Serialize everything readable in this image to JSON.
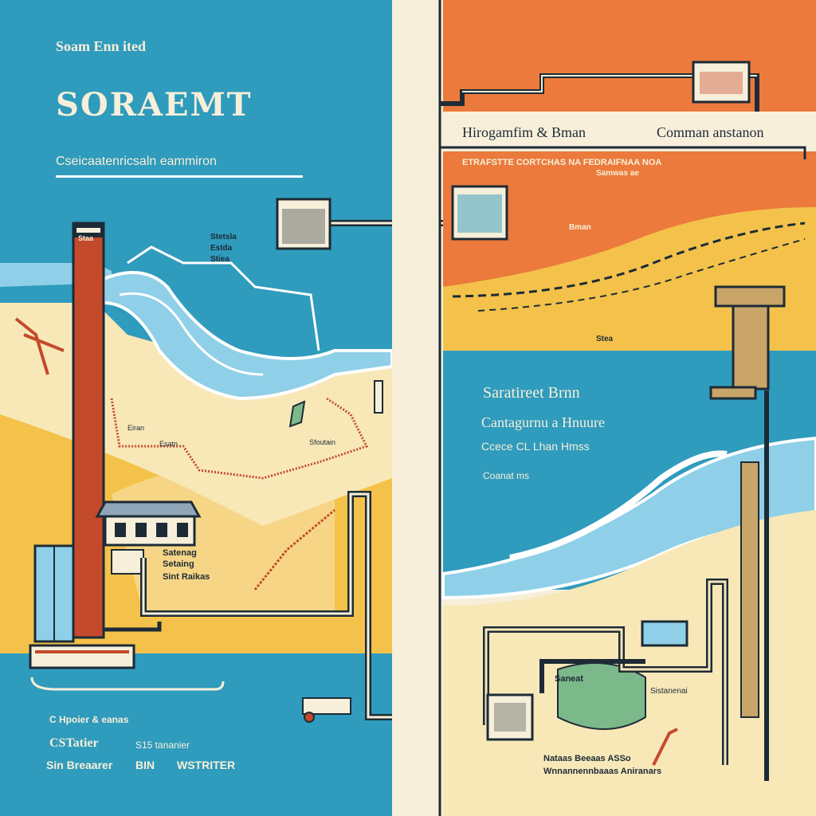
{
  "colors": {
    "teal": "#2f9bbd",
    "light_blue": "#8fd0e8",
    "sand": "#f8e8b8",
    "yellow": "#f4c24a",
    "orange": "#ec7a3c",
    "cream": "#f7efd9",
    "dark": "#1d2b36",
    "red_brown": "#c44a2c",
    "green": "#7cb98a"
  },
  "left_panel": {
    "kicker": "Soam Enn ited",
    "title": "SORAEMT",
    "subtitle": "Cseicaatenricsaln eammiron",
    "tower_label": "Staa",
    "map_labels": [
      "Stetsla",
      "Estda",
      "Stiea"
    ],
    "small_labels": [
      "Eiran",
      "Esatn",
      "Sfoutain"
    ],
    "building_labels": [
      "Satenag",
      "Setaing",
      "Sint Raikas"
    ],
    "footer": [
      "C Hpoier & eanas",
      "CSTatier",
      "S15 tananier",
      "Sin Breaarer",
      "BIN",
      "WSTRITER"
    ]
  },
  "right_panel": {
    "top_labels": [
      "Hirogamfim & Bman",
      "Comman anstanon"
    ],
    "section_title": "ETRAFSTTE CORTCHAS NA FEDRAIFNAA NOA",
    "section_subtitle": "Samwas ae",
    "small_labels": [
      "Bman",
      "Stea"
    ],
    "blue_title": "Saratireet Brnn",
    "blue_sub1": "Cantagurnu a Hnuure",
    "blue_sub2": "Ccece CL Lhan Hmss",
    "blue_sub3": "Coanat ms",
    "bottom_labels": [
      "Saneat",
      "Sistanenai"
    ],
    "footer": [
      "Nataas Beeaas ASSo",
      "Wnnannennbaaas Aniranars"
    ]
  }
}
